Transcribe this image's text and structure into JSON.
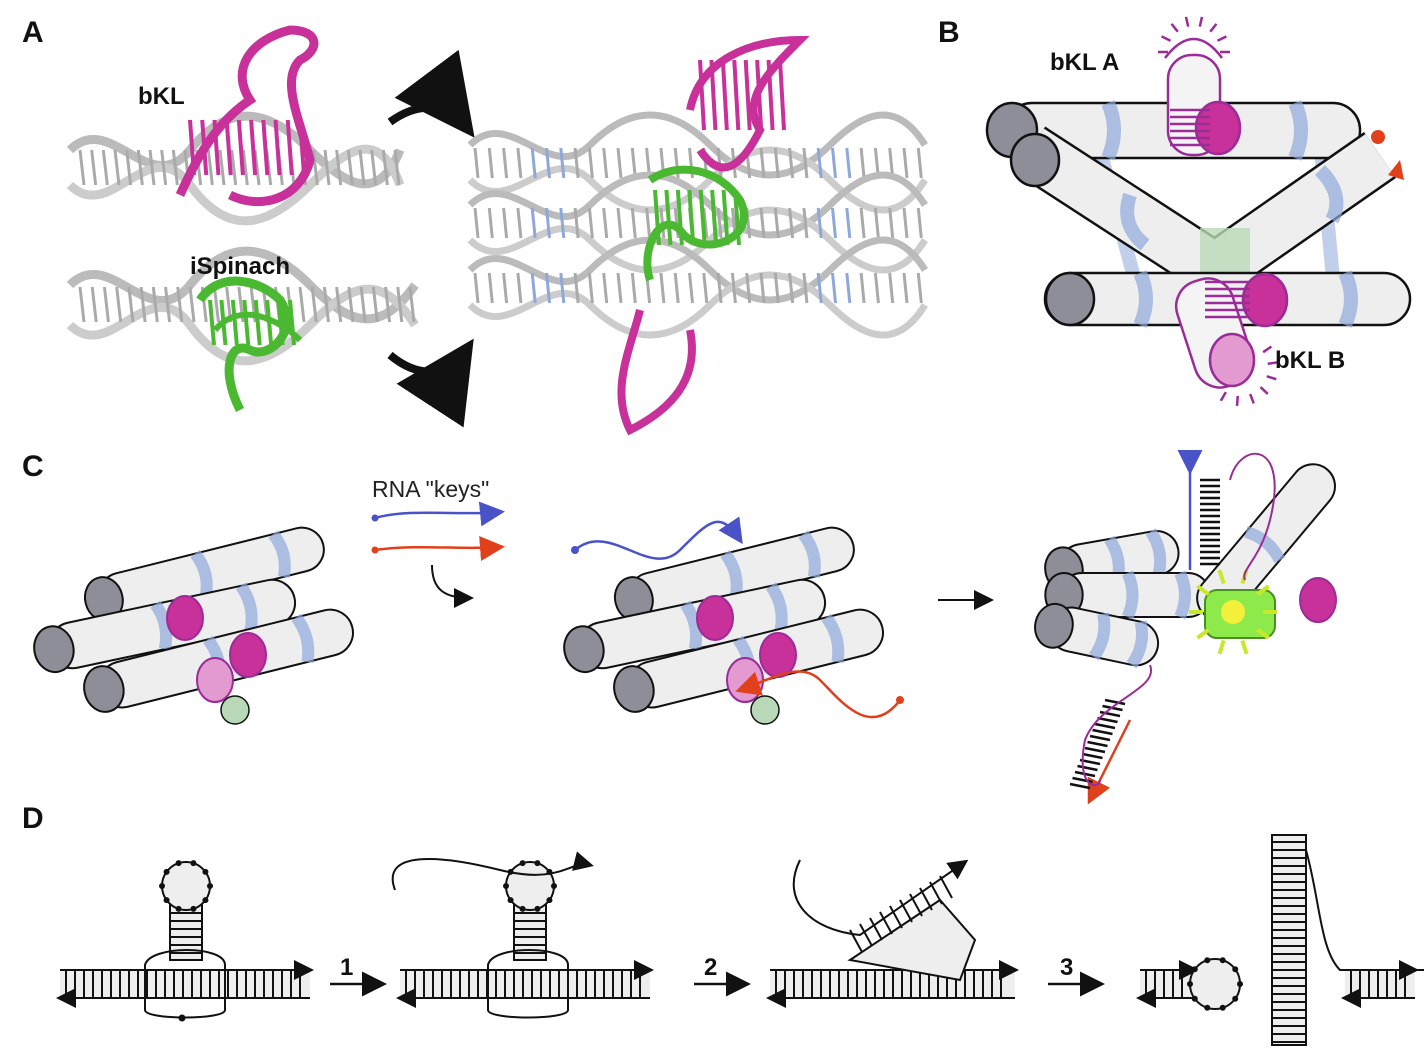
{
  "panels": {
    "a": "A",
    "b": "B",
    "c": "C",
    "d": "D"
  },
  "panel_a": {
    "label_top": "bKL",
    "label_bottom": "iSpinach"
  },
  "panel_b": {
    "label_a": "bKL A",
    "label_b": "bKL B"
  },
  "panel_c": {
    "keys_label": "RNA \"keys\""
  },
  "panel_d": {
    "steps": [
      "1",
      "2",
      "3"
    ]
  },
  "colors": {
    "magenta": "#c8309a",
    "green": "#4bb832",
    "light_blue": "#8fa8dc",
    "key_blue": "#4a52c8",
    "key_red": "#e0401c",
    "cylinder": "#eeeeee",
    "cap": "#8e8e98",
    "bright_green": "#8eea4a"
  }
}
